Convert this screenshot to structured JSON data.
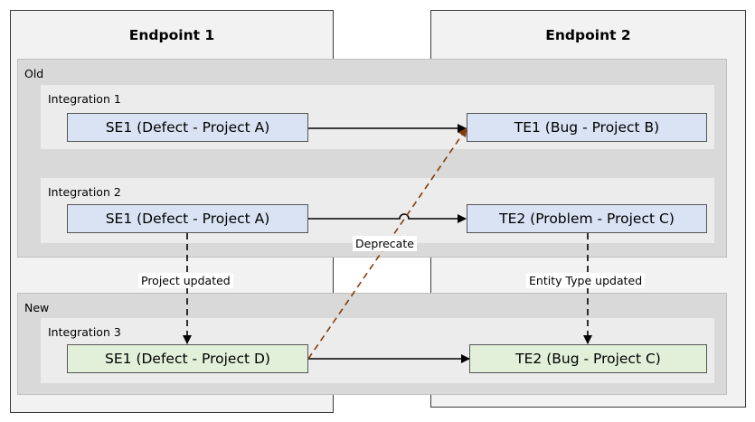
{
  "endpoints": [
    {
      "title": "Endpoint 1"
    },
    {
      "title": "Endpoint 2"
    }
  ],
  "groups": {
    "old": {
      "label": "Old"
    },
    "new": {
      "label": "New"
    }
  },
  "integrations": [
    {
      "label": "Integration 1",
      "source": "SE1 (Defect - Project A)",
      "target": "TE1 (Bug - Project B)"
    },
    {
      "label": "Integration 2",
      "source": "SE1 (Defect - Project A)",
      "target": "TE2 (Problem - Project C)"
    },
    {
      "label": "Integration 3",
      "source": "SE1 (Defect - Project D)",
      "target": "TE2 (Bug - Project C)"
    }
  ],
  "edge_labels": {
    "project_updated": "Project updated",
    "entity_type_updated": "Entity Type updated",
    "deprecate": "Deprecate"
  },
  "colors": {
    "old_node_fill": "#dae3f3",
    "new_node_fill": "#e2f0d9",
    "deprecate_arrow": "#843c0c"
  }
}
